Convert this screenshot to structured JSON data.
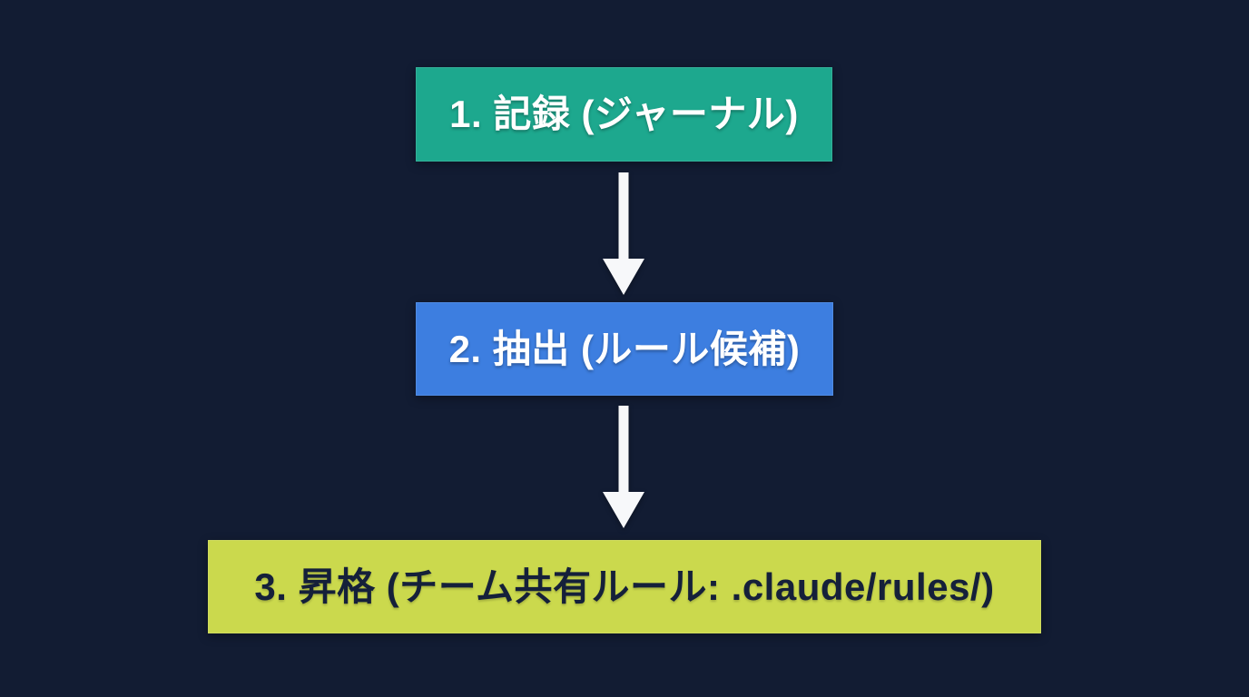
{
  "canvas": {
    "background_color": "#121c33"
  },
  "flow": {
    "arrow_color": "#f7f8fa",
    "steps": [
      {
        "label": "1. 記録 (ジャーナル)",
        "color": "#1da88e",
        "text_color": "#ffffff"
      },
      {
        "label": "2. 抽出 (ルール候補)",
        "color": "#3d7ee0",
        "text_color": "#ffffff"
      },
      {
        "label": "3. 昇格 (チーム共有ルール: .claude/rules/)",
        "color": "#cbd94d",
        "text_color": "#15203a"
      }
    ]
  }
}
